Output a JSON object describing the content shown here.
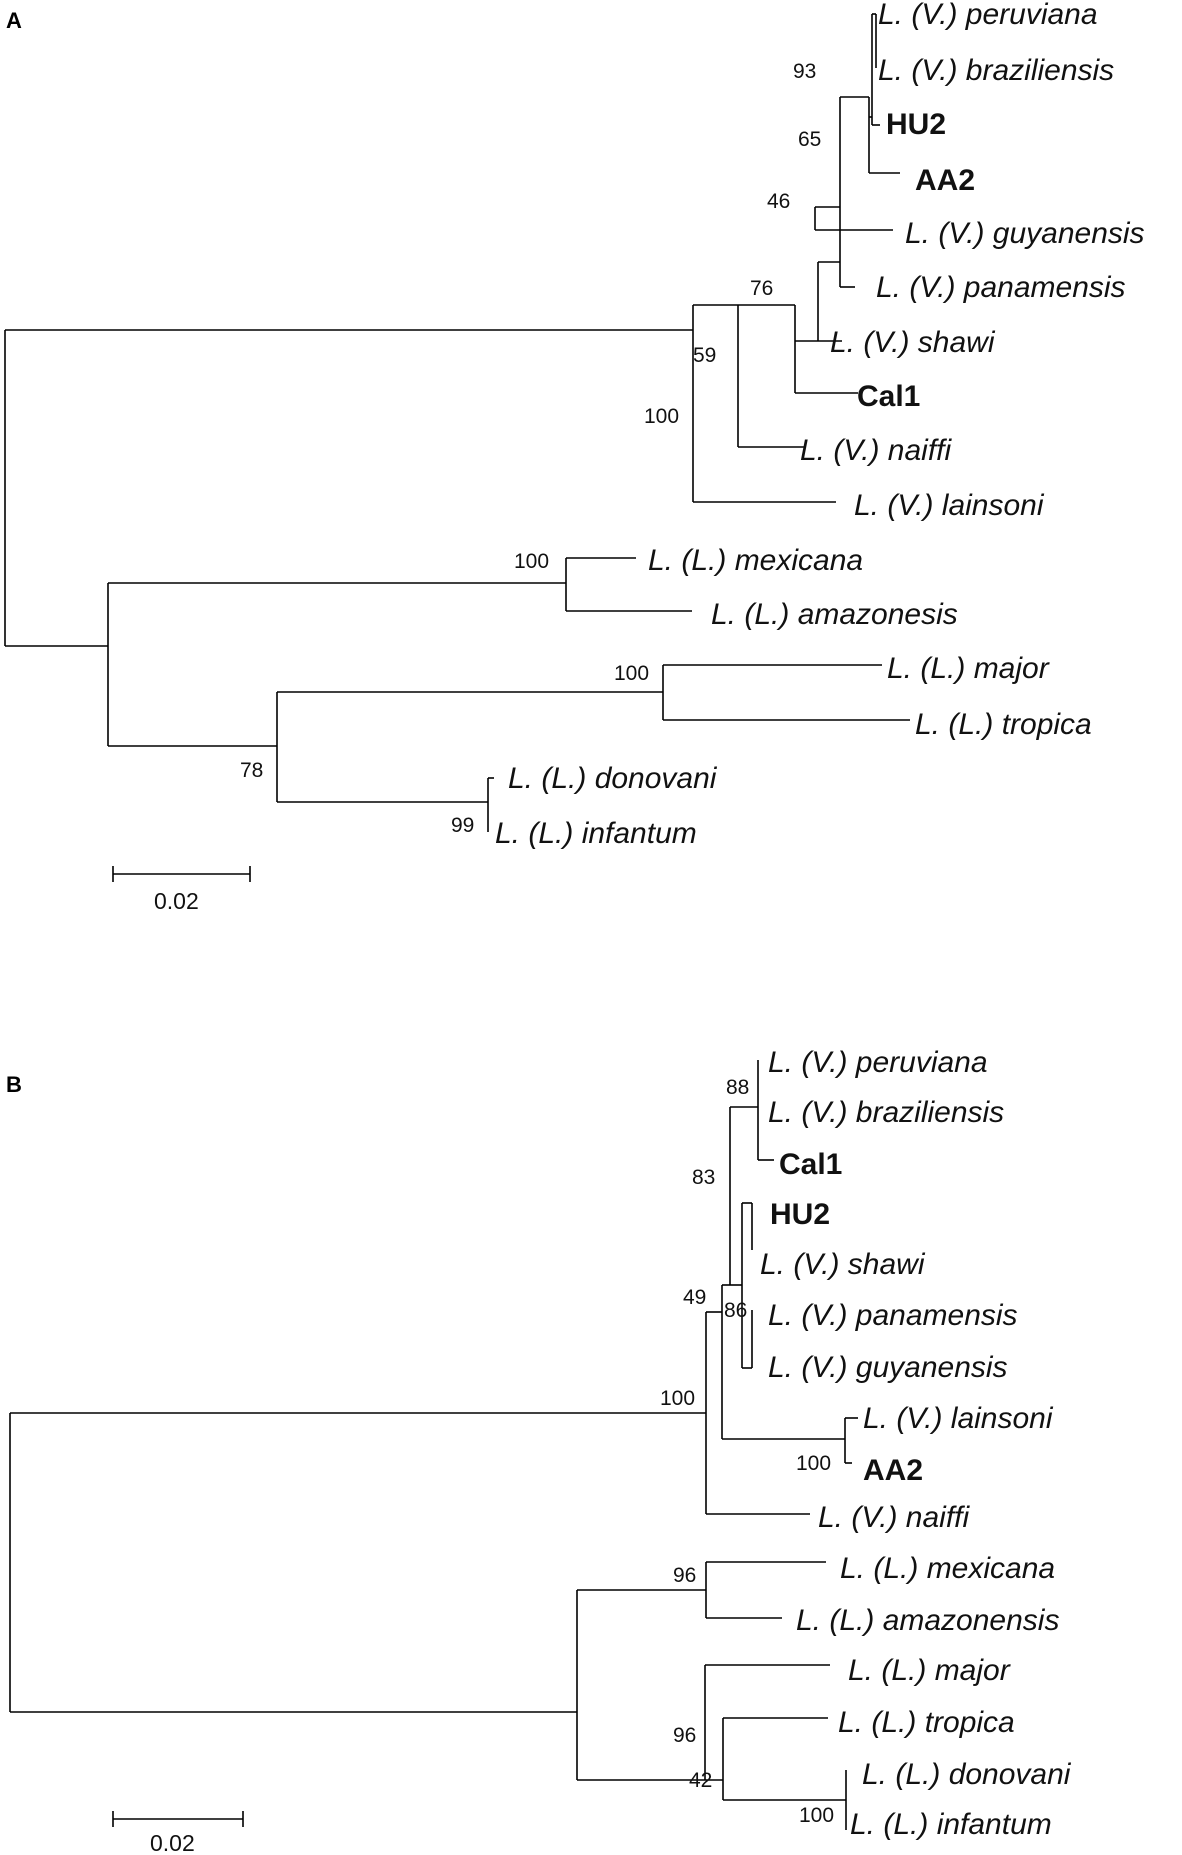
{
  "panels": [
    {
      "label": "A",
      "scale_bar_label": "0.02",
      "taxa": [
        {
          "name": "L. (V.) peruviana",
          "highlight": false
        },
        {
          "name": "L. (V.) braziliensis",
          "highlight": false
        },
        {
          "name": "HU2",
          "highlight": true,
          "color": "#1aa3e8"
        },
        {
          "name": "AA2",
          "highlight": true,
          "color": "#f0922e"
        },
        {
          "name": "L. (V.) guyanensis",
          "highlight": false
        },
        {
          "name": "L. (V.) panamensis",
          "highlight": false
        },
        {
          "name": "L. (V.) shawi",
          "highlight": false
        },
        {
          "name": "Cal1",
          "highlight": true,
          "color": "#e8141c"
        },
        {
          "name": "L. (V.) naiffi",
          "highlight": false
        },
        {
          "name": "L. (V.) lainsoni",
          "highlight": false
        },
        {
          "name": "L. (L.) mexicana",
          "highlight": false
        },
        {
          "name": "L. (L.) amazonesis",
          "highlight": false
        },
        {
          "name": "L. (L.) major",
          "highlight": false
        },
        {
          "name": "L. (L.) tropica",
          "highlight": false
        },
        {
          "name": "L. (L.) donovani",
          "highlight": false
        },
        {
          "name": "L. (L.) infantum",
          "highlight": false
        }
      ],
      "bootstrap_values": [
        "93",
        "65",
        "46",
        "76",
        "59",
        "100",
        "100",
        "100",
        "78",
        "99"
      ]
    },
    {
      "label": "B",
      "scale_bar_label": "0.02",
      "taxa": [
        {
          "name": "L. (V.) peruviana",
          "highlight": false
        },
        {
          "name": "L. (V.) braziliensis",
          "highlight": false
        },
        {
          "name": "Cal1",
          "highlight": true,
          "color": "#e8141c"
        },
        {
          "name": "HU2",
          "highlight": true,
          "color": "#1aa3e8"
        },
        {
          "name": "L. (V.) shawi",
          "highlight": false
        },
        {
          "name": "L. (V.) panamensis",
          "highlight": false
        },
        {
          "name": "L. (V.) guyanensis",
          "highlight": false
        },
        {
          "name": "L. (V.) lainsoni",
          "highlight": false
        },
        {
          "name": "AA2",
          "highlight": true,
          "color": "#f0922e"
        },
        {
          "name": "L. (V.) naiffi",
          "highlight": false
        },
        {
          "name": "L. (L.) mexicana",
          "highlight": false
        },
        {
          "name": "L. (L.) amazonensis",
          "highlight": false
        },
        {
          "name": "L. (L.) major",
          "highlight": false
        },
        {
          "name": "L. (L.) tropica",
          "highlight": false
        },
        {
          "name": "L. (L.) donovani",
          "highlight": false
        },
        {
          "name": "L. (L.) infantum",
          "highlight": false
        }
      ],
      "bootstrap_values": [
        "88",
        "83",
        "86",
        "49",
        "100",
        "100",
        "96",
        "96",
        "42",
        "100"
      ]
    }
  ]
}
